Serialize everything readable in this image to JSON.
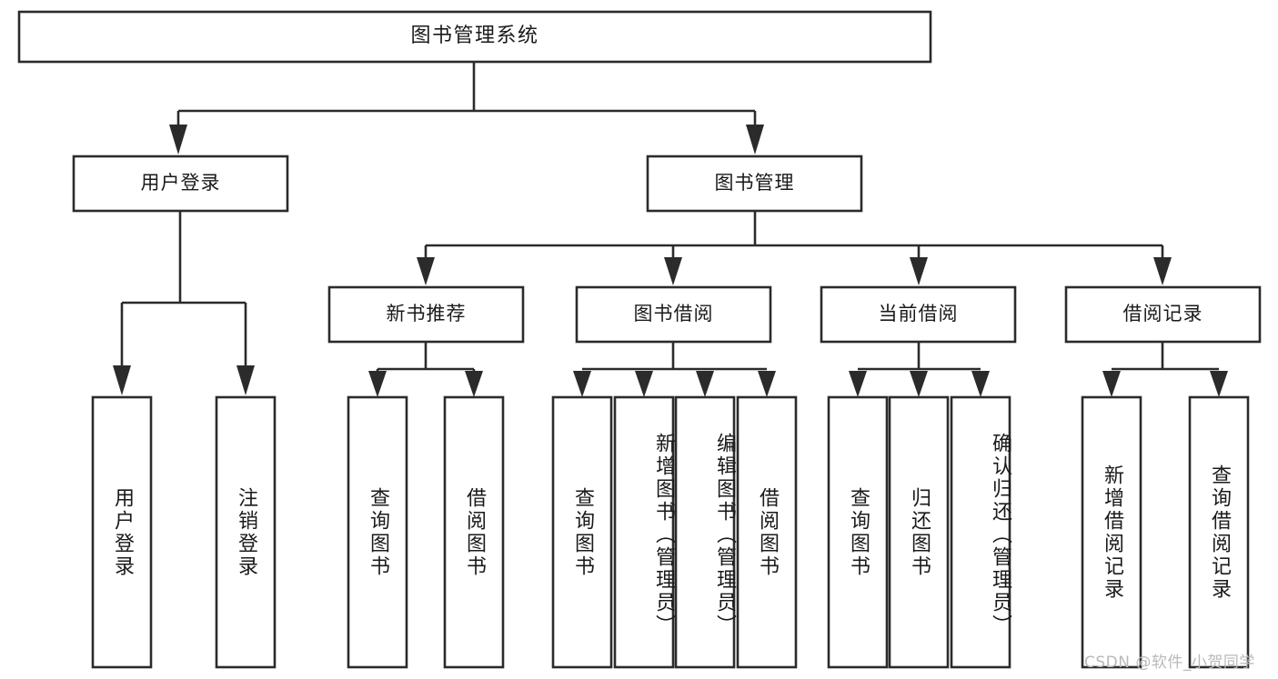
{
  "diagram": {
    "type": "tree-hierarchy",
    "title": "图书管理系统",
    "orientation": "top-down",
    "colors": {
      "box_stroke": "#2b2b2b",
      "box_fill": "#ffffff",
      "connector": "#2b2b2b",
      "text": "#1a1a1a",
      "watermark": "#b9b9b9",
      "background": "#ffffff"
    },
    "levels": {
      "root": {
        "label": "图书管理系统"
      },
      "level1": [
        {
          "label": "用户登录"
        },
        {
          "label": "图书管理"
        }
      ],
      "level2": [
        {
          "label": "新书推荐"
        },
        {
          "label": "图书借阅"
        },
        {
          "label": "当前借阅"
        },
        {
          "label": "借阅记录"
        }
      ],
      "leaves": {
        "user_login": [
          {
            "label": "用户登录"
          },
          {
            "label": "注销登录"
          }
        ],
        "new_book_recommend": [
          {
            "label": "查询图书"
          },
          {
            "label": "借阅图书"
          }
        ],
        "book_borrow": [
          {
            "label": "查询图书"
          },
          {
            "label": "新增图书（管理员）"
          },
          {
            "label": "编辑图书（管理员）"
          },
          {
            "label": "借阅图书"
          }
        ],
        "current_borrow": [
          {
            "label": "查询图书"
          },
          {
            "label": "归还图书"
          },
          {
            "label": "确认归还（管理员）"
          }
        ],
        "borrow_record": [
          {
            "label": "新增借阅记录"
          },
          {
            "label": "查询借阅记录"
          }
        ]
      }
    }
  },
  "watermark": {
    "text": "CSDN @软件_小贺同学"
  }
}
